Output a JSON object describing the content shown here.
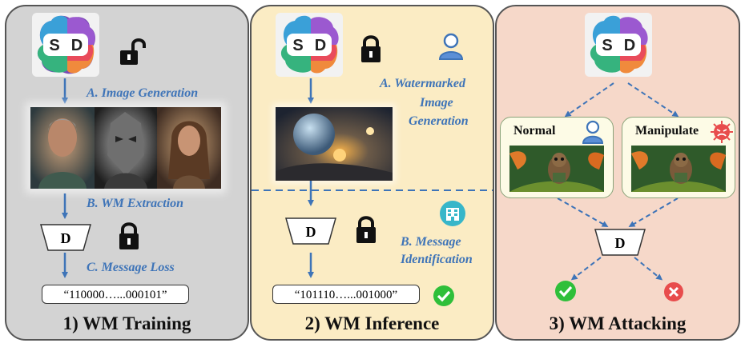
{
  "panel1": {
    "title": "1) WM Training",
    "step_a": "A.  Image Generation",
    "step_b": "B.  WM Extraction",
    "step_c": "C.  Message Loss",
    "message": "“110000…...000101”",
    "decoder": "D"
  },
  "panel2": {
    "title": "2) WM Inference",
    "step_a_line1": "A.  Watermarked",
    "step_a_line2": "Image",
    "step_a_line3": "Generation",
    "step_b_line1": "B.  Message",
    "step_b_line2": "Identification",
    "message": "“101110…...001000”",
    "decoder": "D"
  },
  "panel3": {
    "title": "3) WM Attacking",
    "normal": "Normal",
    "manipulate": "Manipulate",
    "decoder": "D"
  },
  "sd_logo": {
    "text_s": "S",
    "text_d": "D"
  },
  "colors": {
    "panel1_bg": "#d3d3d3",
    "panel2_bg": "#fbecc4",
    "panel3_bg": "#f6d8c9",
    "accent_blue": "#3e74b8",
    "check_green": "#2fbf3a",
    "cross_red": "#e84c4c"
  },
  "icons": [
    "sd-logo-icon",
    "unlock-icon",
    "lock-icon",
    "user-icon",
    "building-icon",
    "virus-icon",
    "check-icon",
    "cross-icon",
    "arrow-icon"
  ]
}
